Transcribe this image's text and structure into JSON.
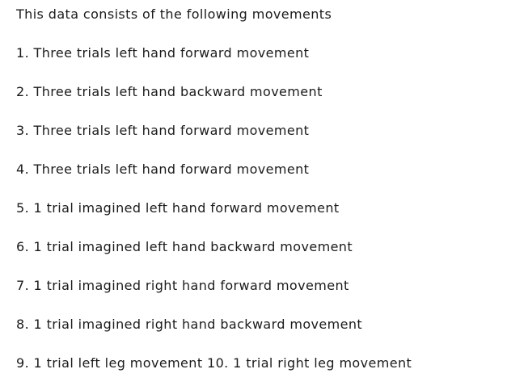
{
  "page": {
    "background_color": "#ffffff",
    "text_color": "#1b1b1b"
  },
  "document": {
    "intro": "This data consists of the following movements",
    "items": [
      "1. Three trials left hand forward movement",
      "2. Three trials left hand backward movement",
      "3. Three trials left hand forward movement",
      "4. Three trials left hand forward movement",
      "5. 1 trial imagined left hand forward movement",
      "6. 1 trial imagined left hand backward movement",
      "7. 1 trial imagined right hand forward movement",
      "8. 1 trial imagined right hand backward movement",
      "9. 1 trial left leg movement 10. 1 trial right leg movement"
    ]
  }
}
